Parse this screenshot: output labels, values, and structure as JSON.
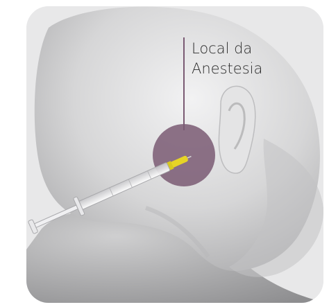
{
  "annotation": {
    "line1": "Local da",
    "line2": "Anestesia"
  },
  "colors": {
    "card_background": "#e9e9ea",
    "skin_base": "#d9d9da",
    "anesthesia_marker": "#7a5a73",
    "needle_fluid": "#e6d426"
  },
  "icons": {
    "syringe": "syringe-icon",
    "head": "head-illustration"
  }
}
